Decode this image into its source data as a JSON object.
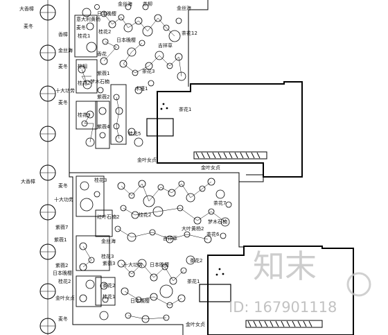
{
  "labels": {
    "top_left_tree": "大香樟",
    "l_maidong_1": "麦冬",
    "l_xiangzhang_1": "香樟",
    "l_jinsihai_1": "金丝海",
    "l_maidong_2": "麦冬",
    "l_shidaban_1": "十大功劳",
    "l_maidong_3": "麦冬",
    "l_jinsihai_top": "金丝海",
    "l_chaliu_top": "茶柳",
    "l_jinsihai_top2": "金丝海",
    "l_yidalihuang": "意大利黄杨",
    "l_maidong_b1": "麦冬",
    "l_guihua_b1": "桂花1",
    "l_riben": "日本晚樱",
    "l_guihua_b2": "桂花2",
    "l_zongmu": "棕榈",
    "l_riben2": "日本晚樱",
    "l_jixiangcao_1": "吉祥草",
    "l_chahua_12": "茶花12",
    "l_xianghua": "香花",
    "l_ziwei_b1": "紫薇1",
    "l_meng": "梦木石楠",
    "l_chahuaB": "茶花3",
    "l_guihua_b3": "桂花2",
    "l_mucai": "木槿1",
    "l_chahua_1": "茶花1",
    "l_ziwei_2": "紫薇2",
    "l_guihua_3": "桂花3",
    "l_ziwei_4": "紫薇4",
    "l_guihua_5": "桂花5",
    "l_jinsisha": "金叶女贞",
    "l_jinsisha2": "金叶女贞",
    "l_bottom_xiangzhang": "大香樟",
    "l_maidong_c1": "麦冬",
    "l_shidaban_c": "十大功劳",
    "l_guihua_c3": "桂花3",
    "l_ziwei_c7": "紫薇7",
    "l_hongyekong": "红叶石楠2",
    "l_chahua7": "茶花7",
    "l_guihua_c2": "桂花2",
    "l_dazhuoye": "大叶黄杨2",
    "l_meng2": "梦木石楠",
    "l_chahua6": "茶花6",
    "l_jixiangcao_2": "吉祥草",
    "l_jinsihai_d": "金丝海",
    "l_ziwei_d1": "紫薇1",
    "l_ziwei_d2": "紫薇2",
    "l_riben_d": "日本晚樱",
    "l_guihua_d": "桂花2",
    "l_shidaban_d": "十大功劳",
    "l_riben_d2": "日本晚樱",
    "l_guihua_d3": "桂花3",
    "l_chahua_d": "茶花2",
    "l_chahua_d2": "茶花2",
    "l_ziwei_d5": "紫薇3",
    "l_guihua_d6": "桂花1",
    "l_maidong_d": "麦冬",
    "l_chahua_e": "茶花1",
    "l_jinsisha_e": "金叶女贞",
    "l_riben_e": "日本晚樱",
    "l_jinsisha_f": "金叶女贞"
  },
  "watermark": {
    "brand": "知末",
    "id_text": "ID: 167901118"
  }
}
